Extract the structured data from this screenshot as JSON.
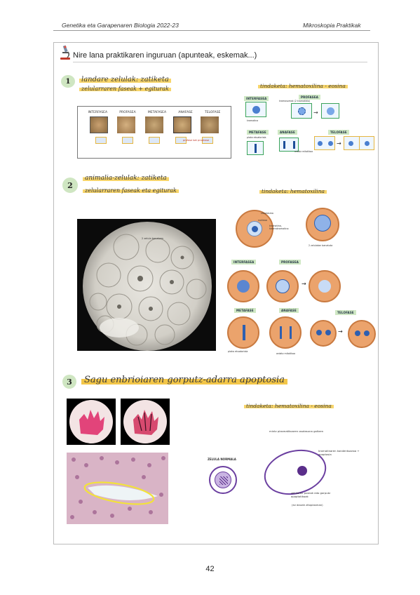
{
  "header": {
    "left": "Genetika eta Garapenaren Biologia 2022-23",
    "right": "Mikroskopia Praktikak"
  },
  "section_title": "Nire lana praktikaren inguruan (apunteak, eskemak...)",
  "page_number": "42",
  "icons": {
    "microscope": "microscope-icon"
  },
  "colors": {
    "highlight": "#f7d56b",
    "green_label": "#cfe8c4",
    "purple": "#6b3fa0",
    "cell_orange": "#e9a16a"
  },
  "section1": {
    "number": "1",
    "title_line1": "landare zelulak: zatiketa",
    "title_line2": "zelularraren faseak + egiturak",
    "stain": "tindaketa: hematoxilina - eosina",
    "phases": [
      "INTERFASEA",
      "PROFASEA",
      "METAFASEA",
      "ANAFASE",
      "TELOFASE"
    ],
    "photo_note": "profase bat prophase",
    "labels": {
      "interfase": "INTERFASEA",
      "profase": "PROFASEA",
      "metafase": "METAFASE",
      "anafase": "ANAFASE",
      "telofase": "TELOFASE",
      "nucleolus": "nukleoa",
      "nucleolus2": "kromatina",
      "chromosomes": "kromosomak (2 kromatidio)",
      "plate": "plaka ekuatoriala",
      "spindle": "ardatz mitotikoa"
    }
  },
  "section2": {
    "number": "2",
    "title_line1": "animalia-zelulak: zatiketa",
    "title_line2": "zelularraren faseak eta egiturak",
    "stain": "tindaketa: hematoxilina",
    "photo_note": "2 zelula banatzen",
    "labels": {
      "cytoplasm": "zitoplasma",
      "nucleus": "nukleoa",
      "chromatin": "kromatina, heterokromatina",
      "two_cells": "2 zelulatan banatuta",
      "interfase": "INTERFASEA",
      "profase": "PROFASEA",
      "metafase": "METAFASE",
      "anafase": "ANAFASE",
      "telofase": "TELOFASE",
      "plate": "plaka ekuatoriala",
      "spindle": "ardatz mitotikoa"
    }
  },
  "section3": {
    "number": "3",
    "title": "Sagu enbrioiaren gorputz-adarra apoptosia",
    "stain": "tindaketa: hematoxilina - eosina",
    "normal_cell": "ZELULA NORMALA",
    "labels": {
      "membrane": "mintz plasmatikoaren osotasuna galtzen",
      "chromatin": "kromatinaren kondentsazioa + apoptosia",
      "fragments": "zelularen puskak edo gorputz apoptotikoak",
      "bodies": "(ez daude zitoplasman)"
    }
  }
}
